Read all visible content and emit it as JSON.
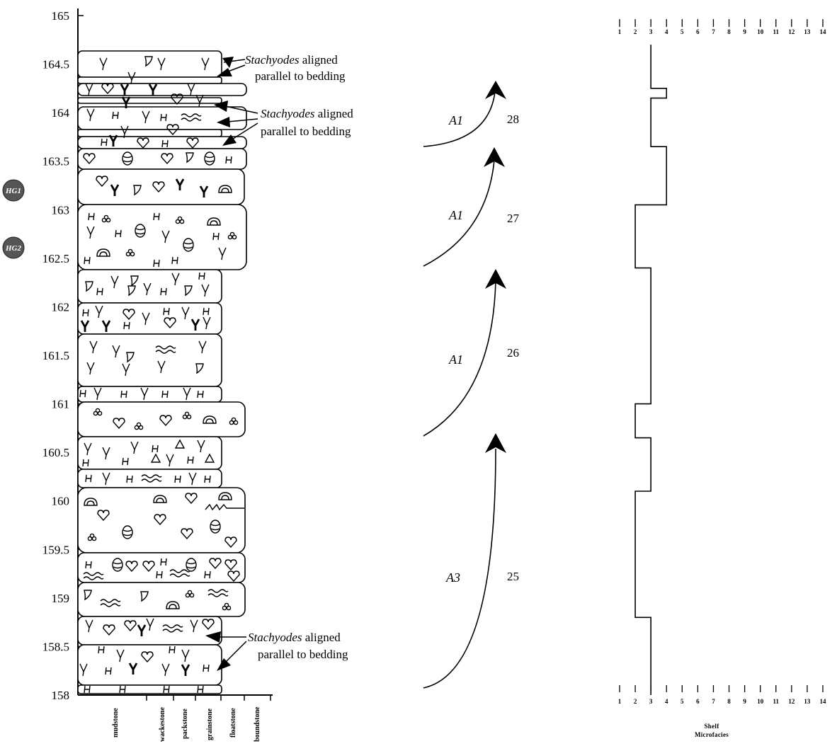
{
  "depth_axis": {
    "ticks": [
      "165",
      "164.5",
      "164",
      "163.5",
      "163",
      "162.5",
      "162",
      "161.5",
      "161",
      "160.5",
      "160",
      "159.5",
      "159",
      "158.5",
      "158"
    ],
    "min": 158,
    "max": 165
  },
  "texture_axis": {
    "labels": [
      "mudstone",
      "wackestone",
      "packstone",
      "grainstone",
      "floatstone",
      "boundstone"
    ]
  },
  "sample_markers": [
    "HG1",
    "HG2"
  ],
  "annotations": [
    {
      "italic": "Stachyodes",
      "rest": " aligned",
      "line2": "parallel to bedding"
    },
    {
      "italic": "Stachyodes",
      "rest": " aligned",
      "line2": "parallel to bedding"
    },
    {
      "italic": "Stachyodes",
      "rest": " aligned",
      "line2": "parallel to bedding"
    }
  ],
  "cycles": [
    {
      "label": "A1",
      "number": "28"
    },
    {
      "label": "A1",
      "number": "27"
    },
    {
      "label": "A1",
      "number": "26"
    },
    {
      "label": "A3",
      "number": "25"
    }
  ],
  "microfacies_axis": {
    "ticks": [
      "1",
      "2",
      "3",
      "4",
      "5",
      "6",
      "7",
      "8",
      "9",
      "10",
      "11",
      "12",
      "13",
      "14"
    ],
    "title_line1": "Shelf",
    "title_line2": "Microfacies"
  },
  "microfacies_curve": [
    {
      "from": 158.0,
      "to": 158.8,
      "value": 3
    },
    {
      "from": 158.8,
      "to": 160.1,
      "value": 2
    },
    {
      "from": 160.1,
      "to": 160.65,
      "value": 3
    },
    {
      "from": 160.65,
      "to": 161.0,
      "value": 2
    },
    {
      "from": 161.0,
      "to": 162.4,
      "value": 3
    },
    {
      "from": 162.4,
      "to": 163.05,
      "value": 2
    },
    {
      "from": 163.05,
      "to": 163.65,
      "value": 4
    },
    {
      "from": 163.65,
      "to": 164.15,
      "value": 3
    },
    {
      "from": 164.15,
      "to": 164.25,
      "value": 4
    },
    {
      "from": 164.25,
      "to": 164.7,
      "value": 3
    }
  ]
}
